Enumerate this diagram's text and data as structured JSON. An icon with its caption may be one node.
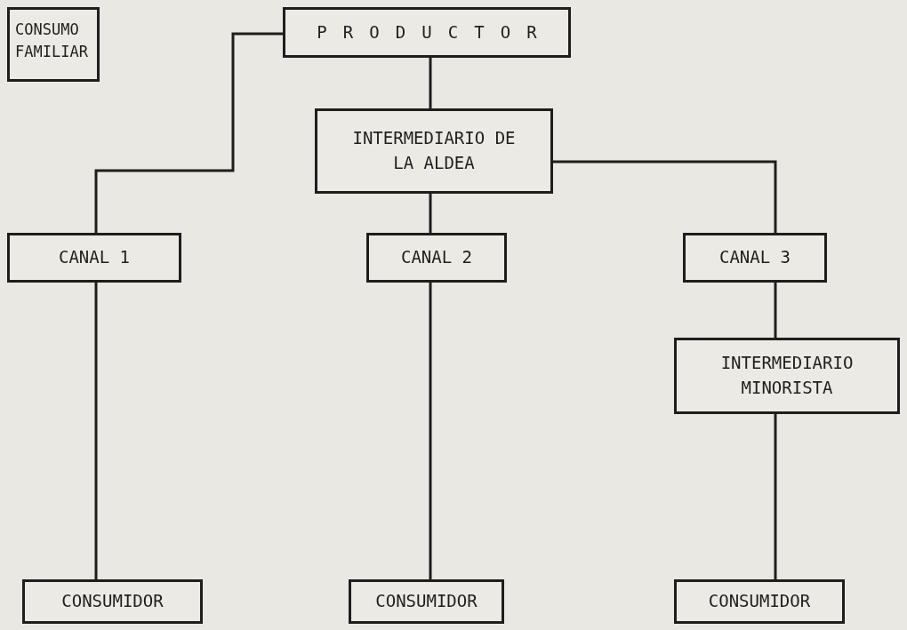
{
  "diagram": {
    "nodes": [
      {
        "text": [
          "CONSUMO FAMILIAR"
        ]
      },
      {
        "text": [
          "PRODUCTOR"
        ]
      },
      {
        "text": [
          "INTERMEDIARIO DE LA ALDEA"
        ]
      },
      {
        "text": [
          "CANAL 1"
        ]
      },
      {
        "text": [
          "CANAL 2"
        ]
      },
      {
        "text": [
          "CANAL 3"
        ]
      },
      {
        "text": [
          "INTERMEDIARIO MINORISTA"
        ]
      },
      {
        "text": [
          "CONSUMIDOR"
        ]
      },
      {
        "text": [
          "CONSUMIDOR"
        ]
      },
      {
        "text": [
          "CONSUMIDOR"
        ]
      }
    ],
    "edges": [
      {
        "from": 1,
        "to": 3,
        "arrow": "none"
      },
      {
        "from": 1,
        "to": 2,
        "arrow": "none"
      },
      {
        "from": 2,
        "to": 4,
        "arrow": "none"
      },
      {
        "from": 2,
        "to": 5,
        "arrow": "none"
      },
      {
        "from": 3,
        "to": 7,
        "arrow": "none"
      },
      {
        "from": 4,
        "to": 8,
        "arrow": "none"
      },
      {
        "from": 5,
        "to": 6,
        "arrow": "none"
      },
      {
        "from": 6,
        "to": 9,
        "arrow": "none"
      }
    ]
  }
}
